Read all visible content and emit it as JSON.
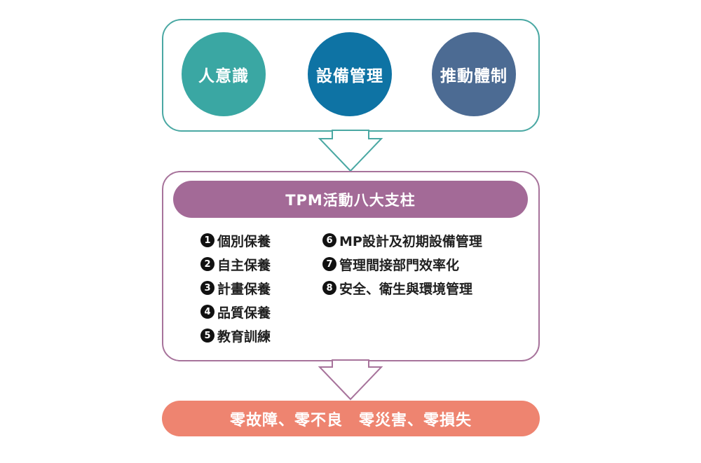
{
  "circles": [
    {
      "label": "人意識",
      "color": "#3aa7a3"
    },
    {
      "label": "設備管理",
      "color": "#0e73a4"
    },
    {
      "label": "推動體制",
      "color": "#4c6b93"
    }
  ],
  "pillars": {
    "title": "TPM活動八大支柱",
    "items": [
      {
        "num": "1",
        "label": "個別保養"
      },
      {
        "num": "2",
        "label": "自主保養"
      },
      {
        "num": "3",
        "label": "計畫保養"
      },
      {
        "num": "4",
        "label": "品質保養"
      },
      {
        "num": "5",
        "label": "教育訓練"
      },
      {
        "num": "6",
        "label": "MP設計及初期設備管理"
      },
      {
        "num": "7",
        "label": "管理間接部門效率化"
      },
      {
        "num": "8",
        "label": "安全、衛生與環境管理"
      }
    ]
  },
  "result": {
    "label": "零故障、零不良　零災害、零損失"
  },
  "colors": {
    "top_border": "#4aa8a3",
    "mid_border": "#a7739b",
    "pillar_title_bg": "#a36a97",
    "result_bg": "#ee8470"
  }
}
